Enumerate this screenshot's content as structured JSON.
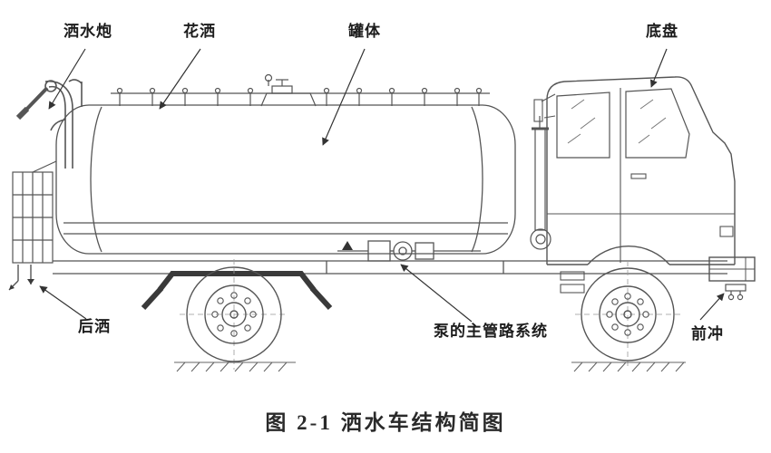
{
  "figure": {
    "caption": "图 2-1 洒水车结构简图"
  },
  "labels": {
    "water_cannon": "洒水炮",
    "shower_sprinkler": "花洒",
    "tank_body": "罐体",
    "chassis": "底盘",
    "rear_spray": "后洒",
    "pump_main_pipeline": "泵的主管路系统",
    "front_flush": "前冲"
  },
  "colors": {
    "line": "#555555",
    "dark_accent": "#3a3a3a",
    "text": "#1c1c1c",
    "background": "#ffffff"
  }
}
